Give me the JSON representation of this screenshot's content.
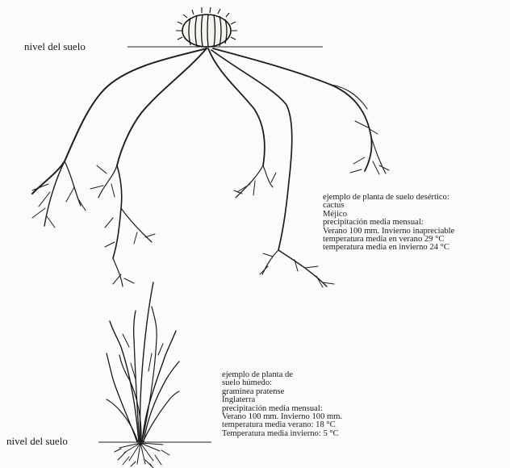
{
  "top": {
    "ground_label": "nivel del suelo",
    "caption": [
      "ejemplo de planta de suelo desértico:",
      "cactus",
      "Méjico",
      "precipitación media mensual:",
      "Verano 100 mm. Invierno inapreciable",
      "temperatura media en verano 29 °C",
      "temperatura media en invierno 24 °C"
    ]
  },
  "bottom": {
    "ground_label": "nivel del suelo",
    "caption": [
      "ejemplo de planta de",
      "suelo húmedo:",
      "gramínea pratense",
      "Inglaterra",
      "precipitación media mensual:",
      "Verano 100 mm. Invierno 100 mm.",
      "temperatura media verano: 18 °C",
      "Temperatura media invierno: 5 °C"
    ]
  }
}
